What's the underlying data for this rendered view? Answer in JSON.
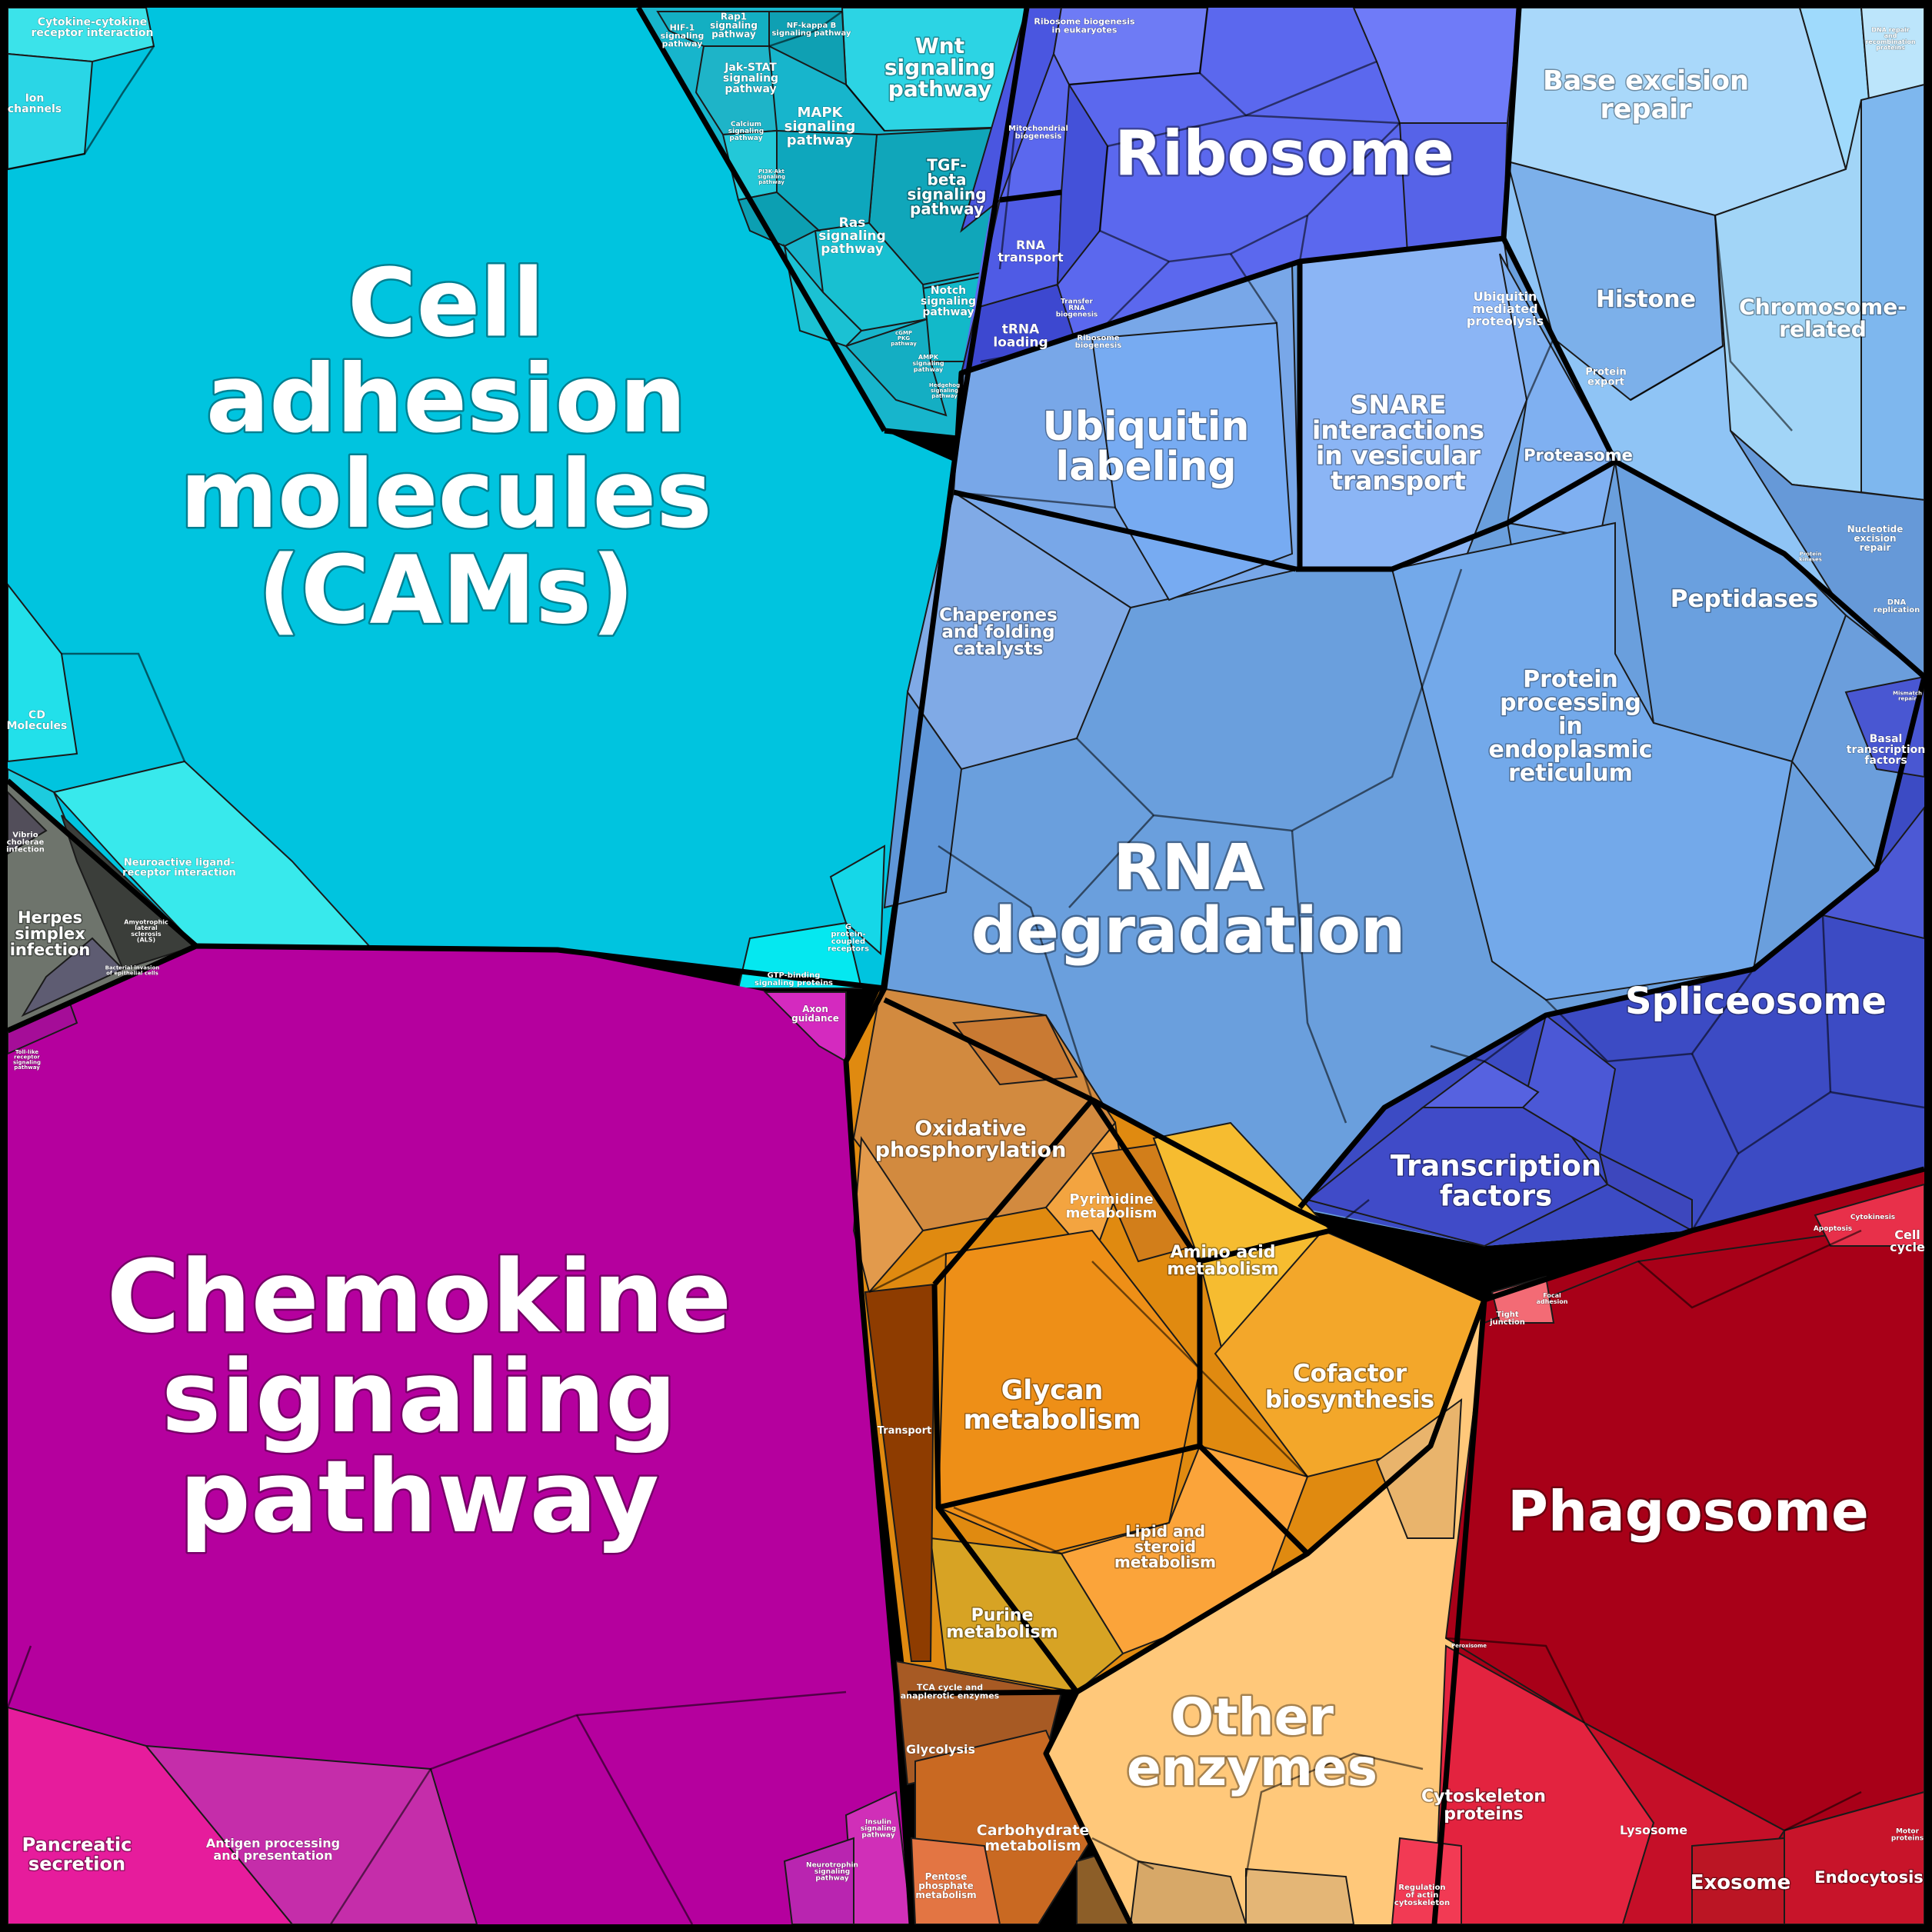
{
  "labels": {
    "cams": [
      "Cell",
      "adhesion",
      "molecules",
      "(CAMs)"
    ],
    "chemokine": [
      "Chemokine",
      "signaling",
      "pathway"
    ],
    "ribosome": [
      "Ribosome"
    ],
    "rna_degradation": [
      "RNA",
      "degradation"
    ],
    "phagosome": [
      "Phagosome"
    ],
    "other_enzymes": [
      "Other",
      "enzymes"
    ],
    "spliceosome": [
      "Spliceosome"
    ],
    "ubiquitin": [
      "Ubiquitin",
      "labeling"
    ],
    "snare": [
      "SNARE",
      "interactions",
      "in vesicular",
      "transport"
    ],
    "base_excision": [
      "Base excision",
      "repair"
    ],
    "histone": [
      "Histone"
    ],
    "chromosome": [
      "Chromosome-",
      "related"
    ],
    "peptidases": [
      "Peptidases"
    ],
    "protein_er": [
      "Protein",
      "processing",
      "in",
      "endoplasmic",
      "reticulum"
    ],
    "transcription_factors": [
      "Transcription",
      "factors"
    ],
    "chaperones": [
      "Chaperones",
      "and folding",
      "catalysts"
    ],
    "proteasome": [
      "Proteasome"
    ],
    "ubiquitin_proteolysis": [
      "Ubiquitin",
      "mediated",
      "proteolysis"
    ],
    "oxphos": [
      "Oxidative",
      "phosphorylation"
    ],
    "glycan": [
      "Glycan",
      "metabolism"
    ],
    "cofactor": [
      "Cofactor",
      "biosynthesis"
    ],
    "amino_acid": [
      "Amino acid",
      "metabolism"
    ],
    "pyrimidine": [
      "Pyrimidine",
      "metabolism"
    ],
    "lipid": [
      "Lipid and",
      "steroid",
      "metabolism"
    ],
    "purine": [
      "Purine",
      "metabolism"
    ],
    "transport": [
      "Transport"
    ],
    "glycolysis": [
      "Glycolysis"
    ],
    "tca": [
      "TCA cycle and",
      "anaplerotic enzymes"
    ],
    "carbohydrate": [
      "Carbohydrate",
      "metabolism"
    ],
    "pentose": [
      "Pentose",
      "phosphate",
      "metabolism"
    ],
    "cytoskeleton": [
      "Cytoskeleton",
      "proteins"
    ],
    "lysosome": [
      "Lysosome"
    ],
    "exosome": [
      "Exosome"
    ],
    "endocytosis": [
      "Endocytosis"
    ],
    "regulation_actin": [
      "Regulation",
      "of actin",
      "cytoskeleton"
    ],
    "cell_cycle": [
      "Cell",
      "cycle"
    ],
    "tight_junction": [
      "Tight",
      "junction"
    ],
    "wnt": [
      "Wnt",
      "signaling",
      "pathway"
    ],
    "tgf": [
      "TGF-",
      "beta",
      "signaling",
      "pathway"
    ],
    "mapk": [
      "MAPK",
      "signaling",
      "pathway"
    ],
    "ras": [
      "Ras",
      "signaling",
      "pathway"
    ],
    "notch": [
      "Notch",
      "signaling",
      "pathway"
    ],
    "jak": [
      "Jak-STAT",
      "signaling",
      "pathway"
    ],
    "rap1": [
      "Rap1",
      "signaling",
      "pathway"
    ],
    "hif": [
      "HIF-1",
      "signaling",
      "pathway"
    ],
    "nfkb": [
      "NF-kappa B",
      "signaling pathway"
    ],
    "calcium": [
      "Calcium",
      "signaling",
      "pathway"
    ],
    "cytokine": [
      "Cytokine-cytokine",
      "receptor interaction"
    ],
    "ion_channels": [
      "Ion",
      "channels"
    ],
    "cd_molecules": [
      "CD",
      "Molecules"
    ],
    "neuroactive": [
      "Neuroactive ligand-",
      "receptor interaction"
    ],
    "herpes": [
      "Herpes",
      "simplex",
      "infection"
    ],
    "vibrio": [
      "Vibrio",
      "cholerae",
      "infection"
    ],
    "gtp": [
      "GTP-binding",
      "signaling proteins"
    ],
    "gpcr": [
      "G",
      "protein-",
      "coupled",
      "receptors"
    ],
    "axon": [
      "Axon",
      "guidance"
    ],
    "pancreatic": [
      "Pancreatic",
      "secretion"
    ],
    "antigen": [
      "Antigen processing",
      "and presentation"
    ],
    "ribosome_bio": [
      "Ribosome biogenesis",
      "in eukaryotes"
    ],
    "mito_bio": [
      "Mitochondrial",
      "biogenesis"
    ],
    "rna_transport": [
      "RNA",
      "transport"
    ],
    "trna": [
      "tRNA",
      "loading"
    ],
    "transfer_rna": [
      "Transfer",
      "RNA",
      "biogenesis"
    ],
    "ribosome_bio2": [
      "Ribosome",
      "biogenesis"
    ],
    "protein_export": [
      "Protein",
      "export"
    ],
    "nucleotide_excision": [
      "Nucleotide",
      "excision",
      "repair"
    ],
    "dna_replication": [
      "DNA",
      "replication"
    ],
    "basal_tf": [
      "Basal",
      "transcription",
      "factors"
    ],
    "mismatch": [
      "Mismatch",
      "repair"
    ],
    "dna_repair": [
      "DNA repair",
      "and",
      "recombination",
      "proteins"
    ],
    "protein_kinases": [
      "Protein",
      "kinases"
    ],
    "focal": [
      "Focal",
      "adhesion"
    ],
    "apoptosis": [
      "Apoptosis"
    ],
    "cytokinesis": [
      "Cytokinesis"
    ],
    "peroxisome": [
      "Peroxisome"
    ],
    "motor": [
      "Motor",
      "proteins"
    ],
    "neurotrophin": [
      "Neurotrophin",
      "signaling",
      "pathway"
    ],
    "insulin": [
      "Insulin",
      "signaling",
      "pathway"
    ],
    "cgmp": [
      "cGMP",
      "PKG",
      "pathway"
    ],
    "ampk": [
      "AMPK",
      "signaling",
      "pathway"
    ],
    "pi3k": [
      "PI3K-Akt",
      "signaling",
      "pathway"
    ],
    "hedgehog": [
      "Hedgehog",
      "signaling",
      "pathway"
    ],
    "als": [
      "Amyotrophic",
      "lateral",
      "sclerosis",
      "(ALS)"
    ],
    "bacterial": [
      "Bacterial invasion",
      "of epithelial cells"
    ],
    "tollike": [
      "Toll-like",
      "receptor",
      "signaling",
      "pathway"
    ]
  },
  "colors": {
    "cams": "#00C4DF",
    "chemokine": "#B5009E",
    "ribosome": "#5B68EE",
    "rna": "#6A9FDD",
    "phagosome": "#A50017",
    "enzymes": "#FFC87A",
    "spliceosome": "#3C4BC4",
    "metab": "#E08A10"
  }
}
